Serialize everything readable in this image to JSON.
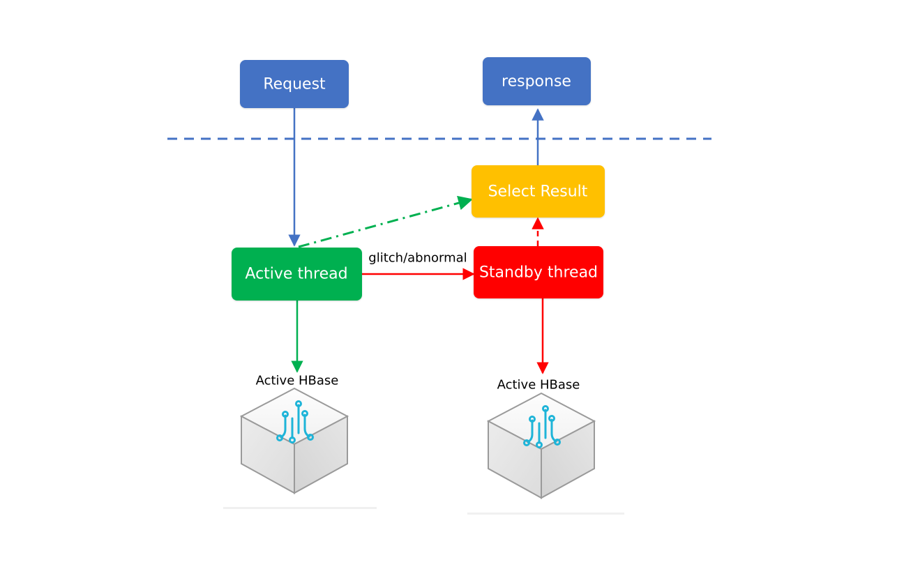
{
  "nodes": {
    "request": {
      "label": "Request",
      "color": "#4472C4"
    },
    "response": {
      "label": "response",
      "color": "#4472C4"
    },
    "select_result": {
      "label": "Select Result",
      "color": "#FFC000"
    },
    "active_thread": {
      "label": "Active thread",
      "color": "#00B050"
    },
    "standby_thread": {
      "label": "Standby thread",
      "color": "#FF0000"
    }
  },
  "edges": {
    "failover_label": "glitch/abnormal"
  },
  "databases": {
    "left": {
      "label": "Active HBase",
      "icon": "hbase-cube-icon"
    },
    "right": {
      "label": "Active HBase",
      "icon": "hbase-cube-icon"
    }
  },
  "colors": {
    "divider": "#4472C4",
    "arrow_blue": "#4472C4",
    "arrow_green": "#00B050",
    "arrow_red": "#FF0000",
    "icon_cyan": "#1EB4D8"
  }
}
